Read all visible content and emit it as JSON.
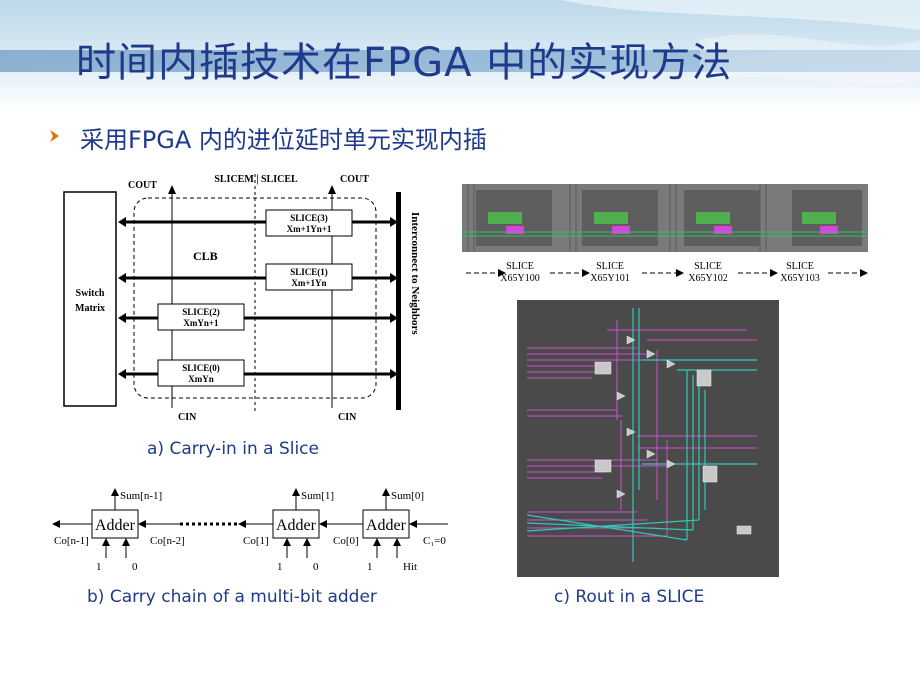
{
  "title": "时间内插技术在FPGA 中的实现方法",
  "bullet": "采用FPGA 内的进位延时单元实现内插",
  "fig_a": {
    "caption": "a) Carry-in in a Slice",
    "switch_matrix": [
      "Switch",
      "Matrix"
    ],
    "clb": "CLB",
    "slicem_slicel": "SLICEM | SLICEL",
    "cout_left": "COUT",
    "cout_right": "COUT",
    "cin_left": "CIN",
    "cin_right": "CIN",
    "interconnect": "Interconnect to Neighbors",
    "slices": [
      {
        "name": "SLICE(3)",
        "coord": "Xm+1Yn+1"
      },
      {
        "name": "SLICE(1)",
        "coord": "Xm+1Yn"
      },
      {
        "name": "SLICE(2)",
        "coord": "XmYn+1"
      },
      {
        "name": "SLICE(0)",
        "coord": "XmYn"
      }
    ]
  },
  "fig_b": {
    "caption": "b) Carry chain of a multi-bit adder",
    "adder_label": "Adder",
    "sums": [
      "Sum[n-1]",
      "Sum[1]",
      "Sum[0]"
    ],
    "carries": [
      "Co[n-1]",
      "Co[n-2]",
      "Co[1]",
      "Co[0]",
      "C₁=0"
    ],
    "inputs_a": [
      "1",
      "1",
      "1"
    ],
    "inputs_b": [
      "0",
      "0",
      "Hit"
    ]
  },
  "fig_slices_row": {
    "labels": [
      {
        "name": "SLICE",
        "coord": "X65Y100"
      },
      {
        "name": "SLICE",
        "coord": "X65Y101"
      },
      {
        "name": "SLICE",
        "coord": "X65Y102"
      },
      {
        "name": "SLICE",
        "coord": "X65Y103"
      }
    ]
  },
  "fig_c": {
    "caption": "c) Rout in a SLICE"
  },
  "colors": {
    "title": "#1f3a8a",
    "bullet_arrow": "#e07000",
    "route_bg": "#4a4a4a",
    "magenta": "#c040c0",
    "cyan": "#20c0b0"
  }
}
